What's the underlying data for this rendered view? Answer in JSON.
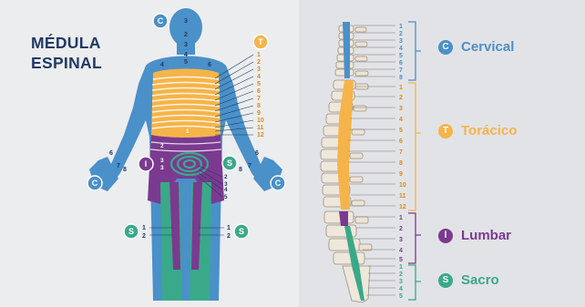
{
  "title": {
    "line1": "MÉDULA",
    "line2": "ESPINAL"
  },
  "colors": {
    "cervical": "#4a90c9",
    "thoracic": "#f5b44a",
    "lumbar": "#7b3a8f",
    "sacral": "#3aa98a",
    "navy": "#213a63"
  },
  "body_badges": {
    "cervical_top": "C",
    "thoracic_top": "T",
    "left_hand": "C",
    "right_hand": "C",
    "lumbar_left": "l",
    "sacral_hip": "S",
    "sacral_leg_left": "S",
    "sacral_leg_right": "S"
  },
  "head_labels": [
    "3",
    "2",
    "3",
    "4",
    "4",
    "5",
    "6"
  ],
  "thoracic_numbers": [
    "1",
    "2",
    "3",
    "4",
    "5",
    "6",
    "7",
    "8",
    "9",
    "10",
    "11",
    "12"
  ],
  "hand_labels_left": [
    "6",
    "7",
    "8"
  ],
  "hand_labels_right": [
    "8",
    "7",
    "6"
  ],
  "hip_labels": [
    "1",
    "2",
    "3",
    "3",
    "2",
    "3",
    "4",
    "5"
  ],
  "leg_labels": {
    "left": [
      "1",
      "2"
    ],
    "right": [
      "1",
      "2"
    ]
  },
  "spine": {
    "cervical_numbers": [
      "1",
      "2",
      "3",
      "4",
      "5",
      "6",
      "7",
      "8"
    ],
    "thoracic_numbers": [
      "1",
      "2",
      "3",
      "4",
      "5",
      "6",
      "7",
      "8",
      "9",
      "10",
      "11",
      "12"
    ],
    "lumbar_numbers": [
      "1",
      "2",
      "3",
      "4",
      "5"
    ],
    "sacral_numbers": [
      "1",
      "2",
      "3",
      "4",
      "5"
    ]
  },
  "legend": [
    {
      "badge": "C",
      "label": "Cervical",
      "color": "#4a90c9"
    },
    {
      "badge": "T",
      "label": "Torácico",
      "color": "#f5b44a"
    },
    {
      "badge": "l",
      "label": "Lumbar",
      "color": "#7b3a8f"
    },
    {
      "badge": "S",
      "label": "Sacro",
      "color": "#3aa98a"
    }
  ]
}
